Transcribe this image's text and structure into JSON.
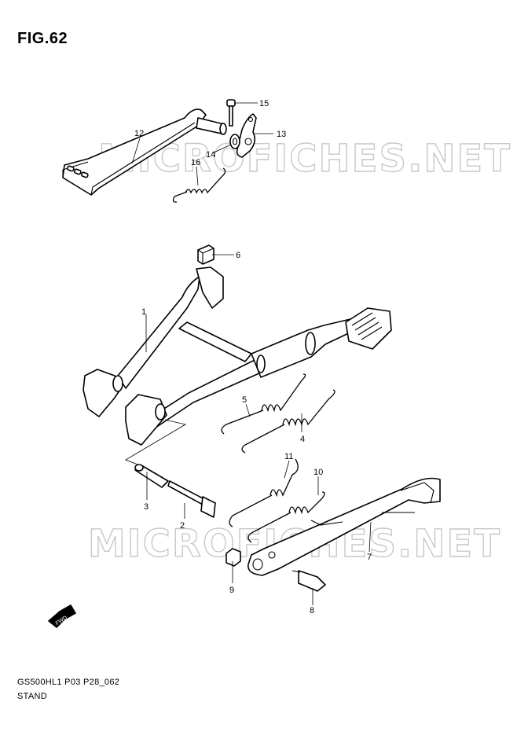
{
  "figure_title": "FIG.62",
  "footer": {
    "code": "GS500HL1 P03 P28_062",
    "section": "STAND"
  },
  "watermark": "MICROFICHES.NET",
  "fwd_label": "FWD",
  "callouts": {
    "c1": "1",
    "c2": "2",
    "c3": "3",
    "c4": "4",
    "c5": "5",
    "c6": "6",
    "c7": "7",
    "c8": "8",
    "c9": "9",
    "c10": "10",
    "c11": "11",
    "c12": "12",
    "c13": "13",
    "c14": "14",
    "c15": "15",
    "c16": "16"
  }
}
